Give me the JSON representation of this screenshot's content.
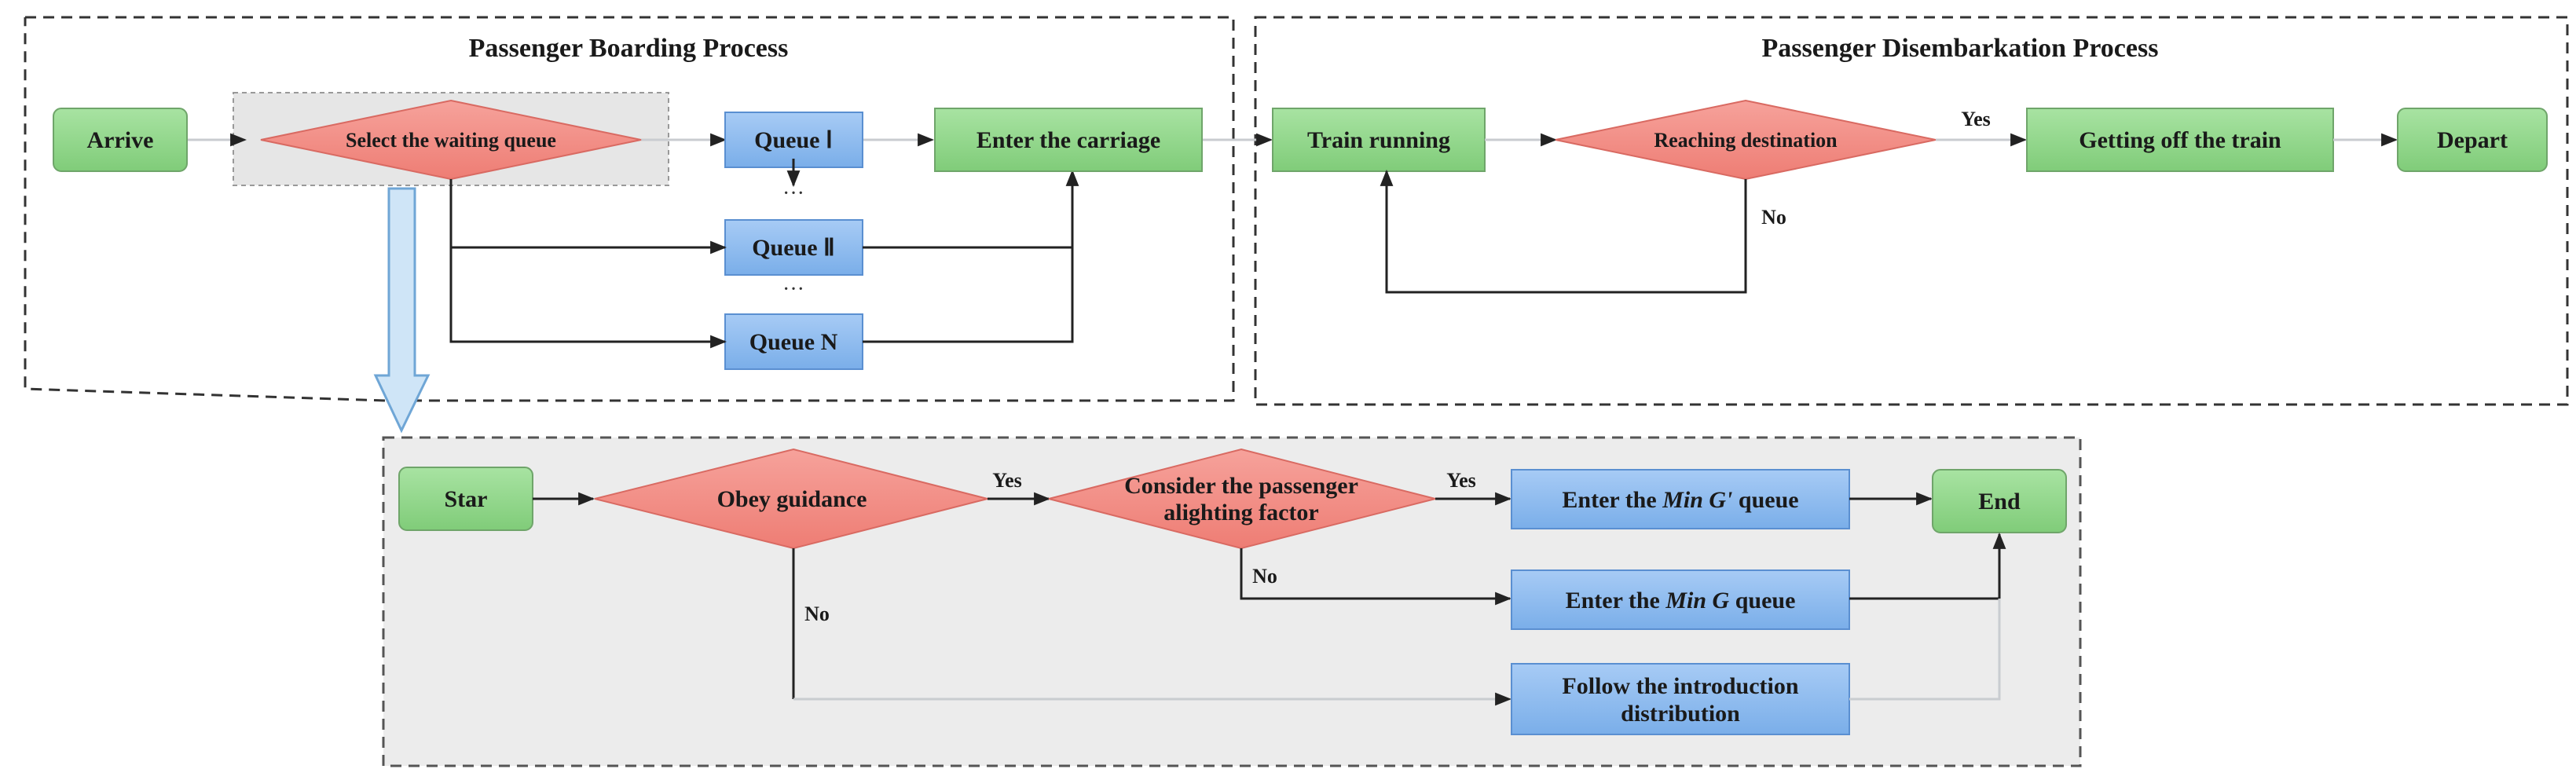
{
  "colors": {
    "green_fill": "#8fd689",
    "green_stroke": "#6fa56a",
    "blue_fill": "#8cb9ef",
    "blue_stroke": "#5a8fd1",
    "red_fill": "#f28a82",
    "red_stroke": "#d96a62",
    "panel_bg": "#ececec",
    "down_arrow_fill": "#cfe5f7",
    "down_arrow_stroke": "#6fa6d6"
  },
  "boarding": {
    "title": "Passenger Boarding Process",
    "arrive": "Arrive",
    "select_queue": "Select the waiting queue",
    "queue_1": "Queue Ⅰ",
    "queue_2": "Queue Ⅱ",
    "queue_n": "Queue N",
    "dots": "···",
    "enter_carriage": "Enter the carriage"
  },
  "disembark": {
    "title": "Passenger Disembarkation Process",
    "train_running": "Train running",
    "reaching_destination": "Reaching destination",
    "yes": "Yes",
    "no": "No",
    "getting_off": "Getting off the train",
    "depart": "Depart"
  },
  "guidance": {
    "star": "Star",
    "obey_guidance": "Obey guidance",
    "yes_1": "Yes",
    "consider_line1": "Consider the passenger",
    "consider_line2": "alighting factor",
    "yes_2": "Yes",
    "no_1": "No",
    "no_2": "No",
    "enter_min_g_prime_pre": "Enter the ",
    "enter_min_g_prime_em": "Min G'",
    "enter_min_g_prime_post": " queue",
    "enter_min_g_pre": "Enter the ",
    "enter_min_g_em": "Min G",
    "enter_min_g_post": " queue",
    "follow_line1": "Follow the introduction",
    "follow_line2": "distribution",
    "end": "End"
  }
}
